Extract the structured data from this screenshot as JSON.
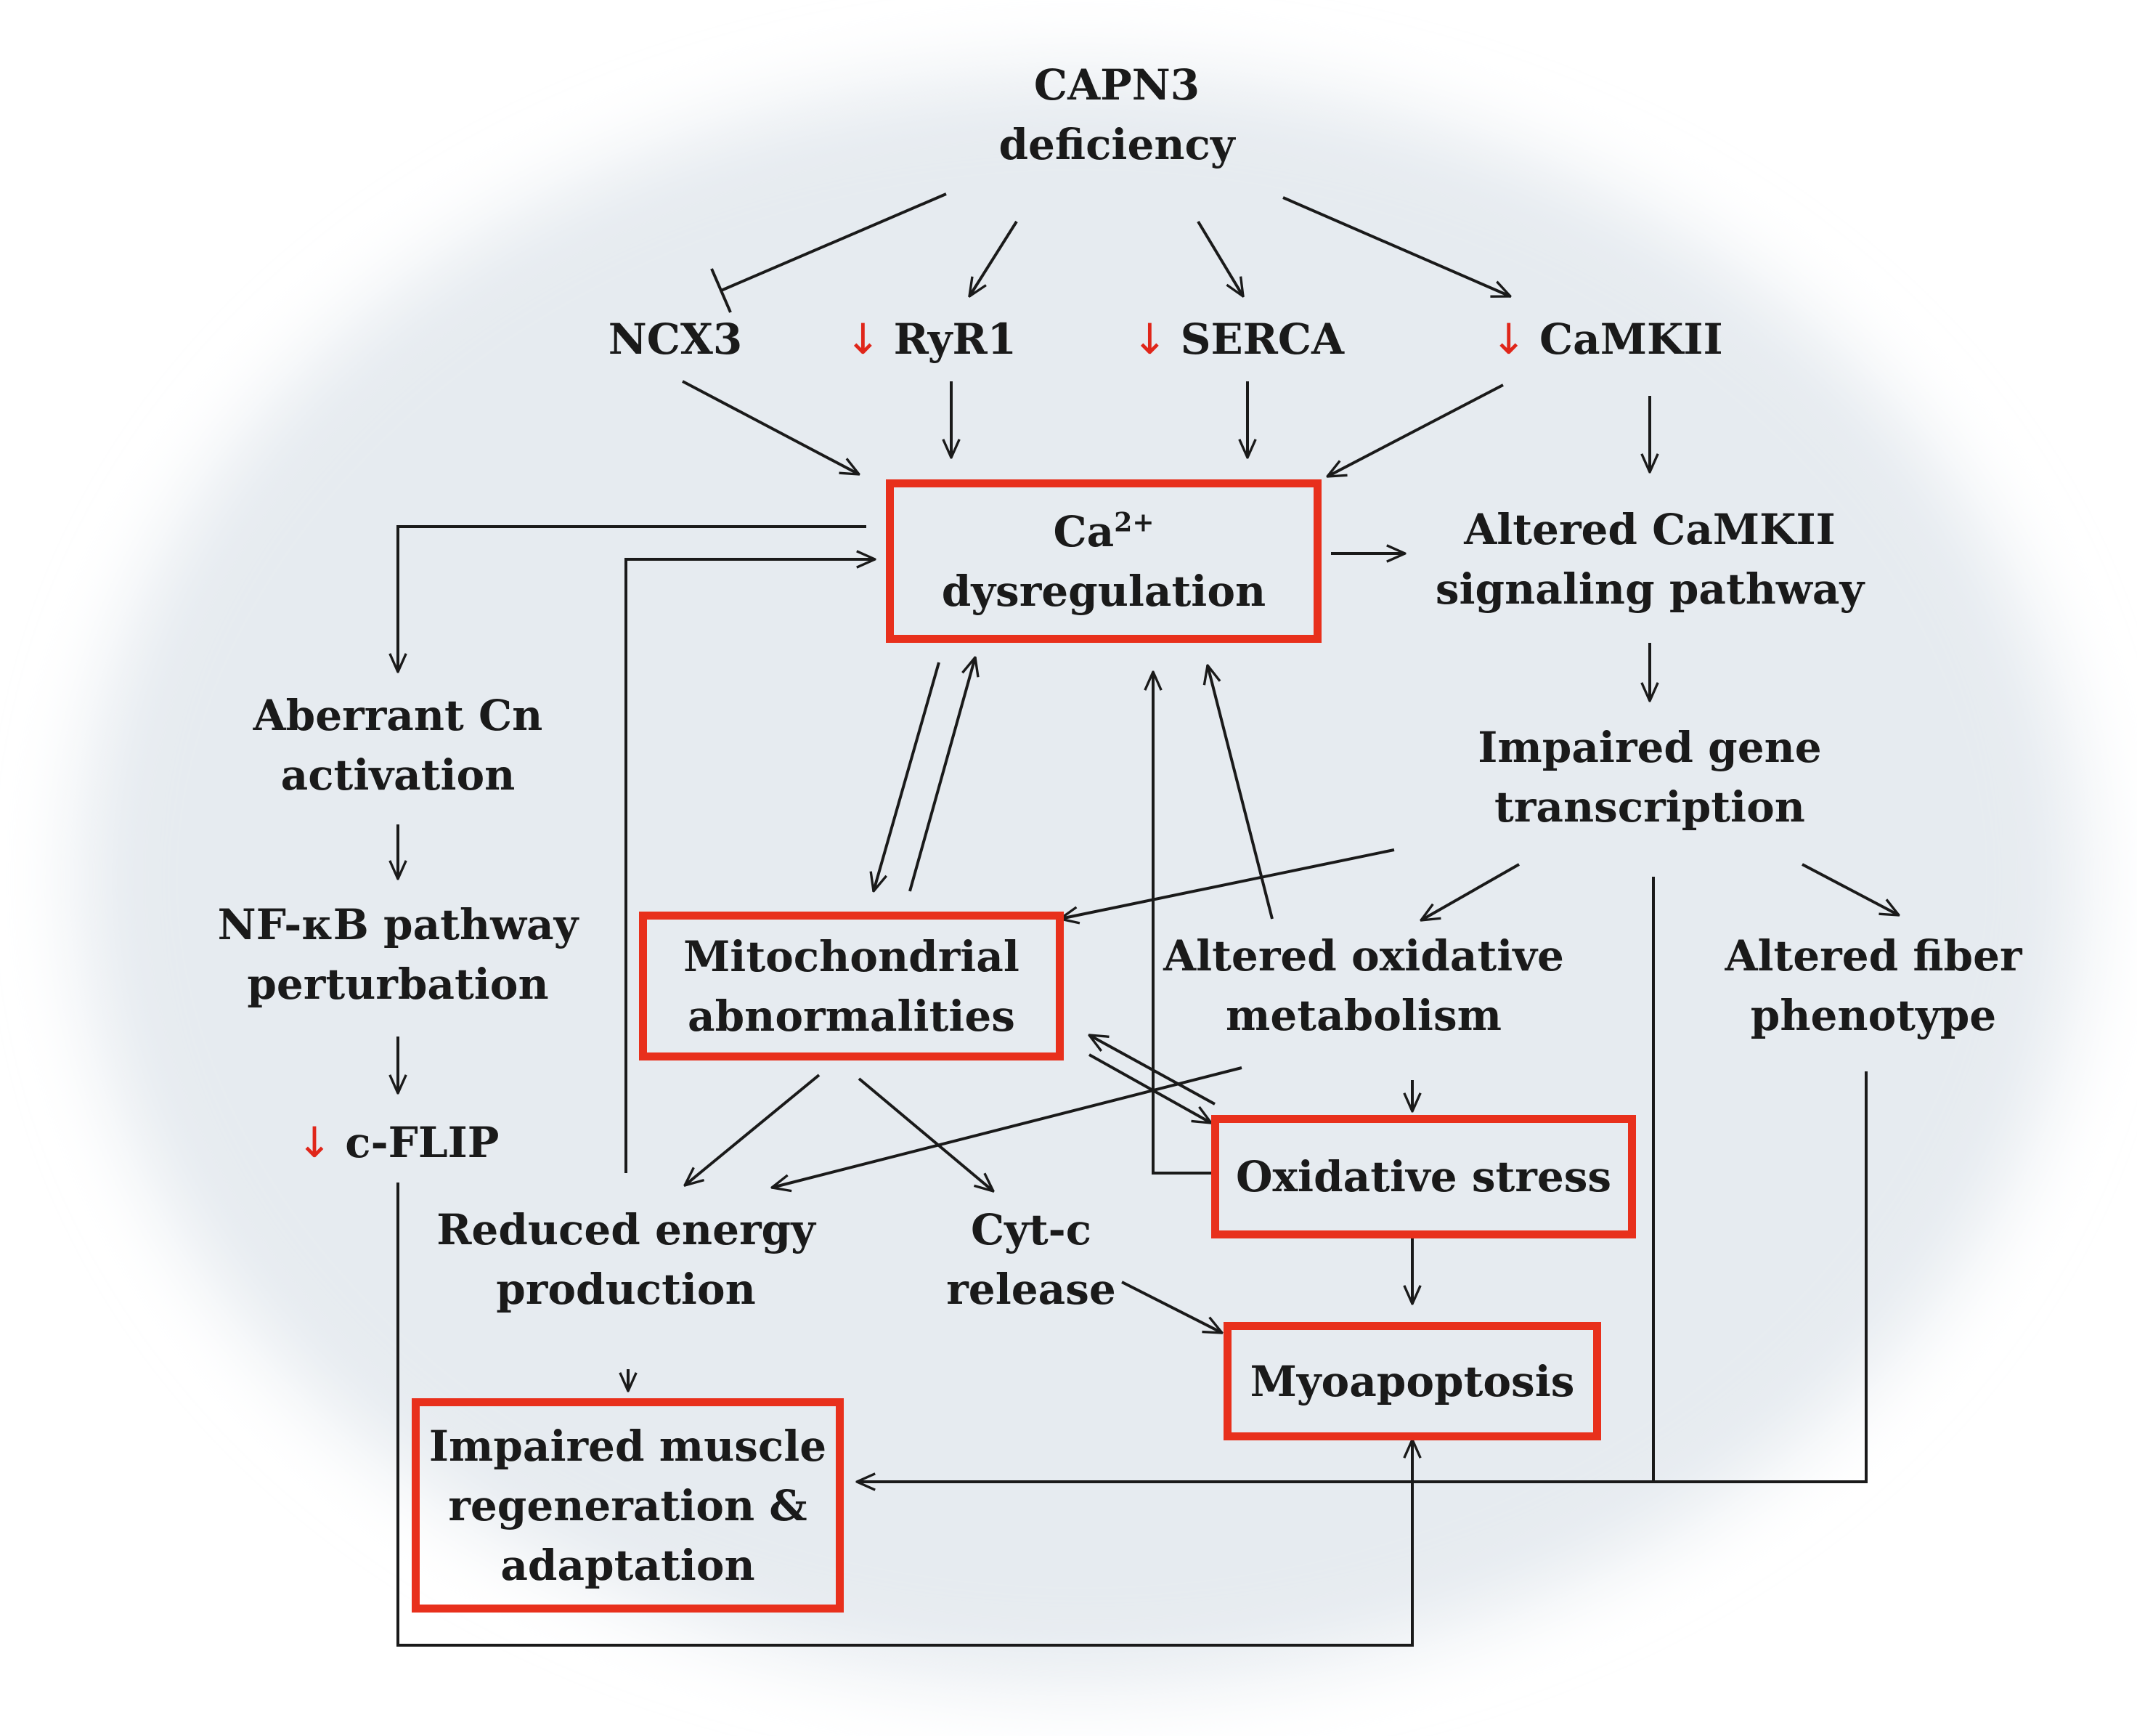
{
  "colors": {
    "box_border": "#e8301c",
    "down_arrow": "#e0261a",
    "text": "#1a1a1a",
    "arrow": "#1a1a1a",
    "background_glow": "#e6ebf0"
  },
  "nodes": {
    "capn3": [
      "CAPN3",
      "deficiency"
    ],
    "ncx3": "NCX3",
    "ryr1": "RyR1",
    "serca": "SERCA",
    "camkii": "CaMKII",
    "down_arrow_glyph": "↓",
    "ca_dysregulation": {
      "ion": "Ca",
      "charge": "2+",
      "line2": "dysregulation"
    },
    "altered_camkii": [
      "Altered CaMKII",
      "signaling pathway"
    ],
    "aberrant_cn": [
      "Aberrant Cn",
      "activation"
    ],
    "impaired_gene": [
      "Impaired gene",
      "transcription"
    ],
    "nfkb": [
      "NF-κB pathway",
      "perturbation"
    ],
    "mitochondrial": [
      "Mitochondrial",
      "abnormalities"
    ],
    "altered_oxidative": [
      "Altered oxidative",
      "metabolism"
    ],
    "altered_fiber": [
      "Altered fiber",
      "phenotype"
    ],
    "cflip": "c-FLIP",
    "oxidative_stress": "Oxidative stress",
    "reduced_energy": [
      "Reduced energy",
      "production"
    ],
    "cytc": [
      "Cyt-c",
      "release"
    ],
    "myoapoptosis": "Myoapoptosis",
    "impaired_muscle": [
      "Impaired muscle",
      "regeneration &",
      "adaptation"
    ]
  }
}
